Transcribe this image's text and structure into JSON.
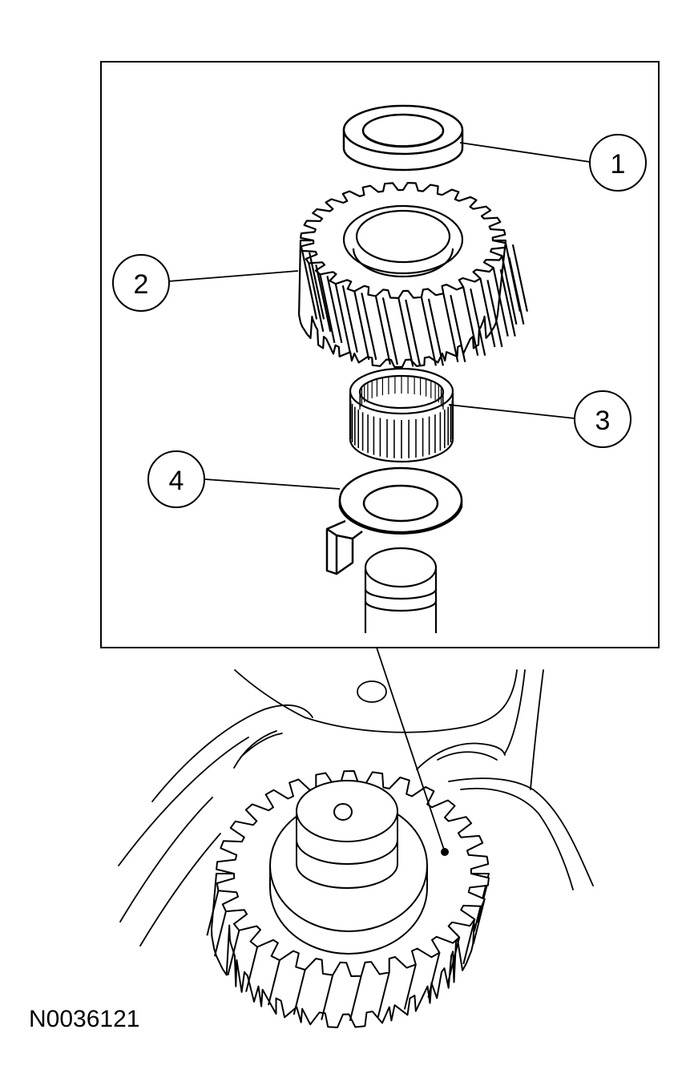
{
  "figure_id": "N0036121",
  "callouts": [
    {
      "number": "1",
      "part": "thrust-washer"
    },
    {
      "number": "2",
      "part": "helical-gear"
    },
    {
      "number": "3",
      "part": "needle-roller-bearing"
    },
    {
      "number": "4",
      "part": "tabbed-thrust-washer"
    }
  ],
  "colors": {
    "line": "#000000",
    "background": "#ffffff"
  }
}
